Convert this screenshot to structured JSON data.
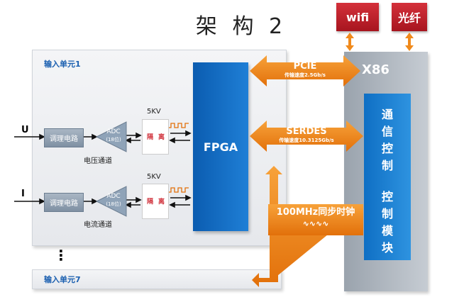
{
  "title": "架 构 2",
  "top_boxes": {
    "wifi": "wifi",
    "fiber": "光纤"
  },
  "input_unit_1": "输入单元1",
  "input_unit_7": "输入单元7",
  "channels": [
    {
      "signal": "U",
      "conditioner": "调理电路",
      "adc": "ADC",
      "adc_bits": "(18位)",
      "name": "电压通道",
      "kv": "5KV",
      "iso_a": "隔",
      "iso_b": "离"
    },
    {
      "signal": "I",
      "conditioner": "调理电路",
      "adc": "ADC",
      "adc_bits": "(18位)",
      "name": "电流通道",
      "kv": "5KV",
      "iso_a": "隔",
      "iso_b": "离"
    }
  ],
  "fpga": "FPGA",
  "x86": "X86",
  "control_module": [
    "通",
    "信",
    "控",
    "制",
    "",
    "控",
    "制",
    "模",
    "块"
  ],
  "pcie": {
    "label": "PCIE",
    "rate": "传输速度2.5Gb/s"
  },
  "serdes": {
    "label": "SERDES",
    "rate": "传输速度10.3125Gb/s"
  },
  "clock": {
    "label": "100MHz同步时钟",
    "wave": "∿∿∿∿"
  },
  "ellipsis": "⋮",
  "colors": {
    "orange": "#f08a1c",
    "blue": "#1f7fd6",
    "red": "#c0202a"
  }
}
